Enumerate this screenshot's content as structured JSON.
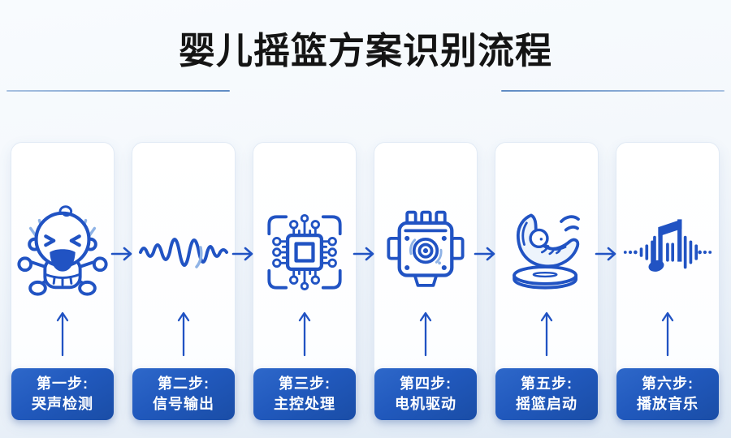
{
  "page": {
    "title": "婴儿摇篮方案识别流程",
    "background_top": "#f8fbfe",
    "background_bottom": "#dde8f4"
  },
  "colors": {
    "icon_primary": "#2153c3",
    "icon_light": "#8fb3e6",
    "label_gradient_start": "#2e68ca",
    "label_gradient_end": "#1a4da6",
    "label_text": "#ffffff",
    "divider": "#5f8cc4",
    "title_text": "#141414"
  },
  "steps": [
    {
      "step_label": "第一步:",
      "name": "哭声检测",
      "icon": "crying-baby-icon"
    },
    {
      "step_label": "第二步:",
      "name": "信号输出",
      "icon": "sound-waveform-icon"
    },
    {
      "step_label": "第三步:",
      "name": "主控处理",
      "icon": "cpu-chip-icon"
    },
    {
      "step_label": "第四步:",
      "name": "电机驱动",
      "icon": "motor-icon"
    },
    {
      "step_label": "第五步:",
      "name": "摇篮启动",
      "icon": "cradle-icon"
    },
    {
      "step_label": "第六步:",
      "name": "播放音乐",
      "icon": "music-note-icon"
    }
  ],
  "connectors": {
    "count": 5,
    "icon": "right-arrow-icon"
  }
}
